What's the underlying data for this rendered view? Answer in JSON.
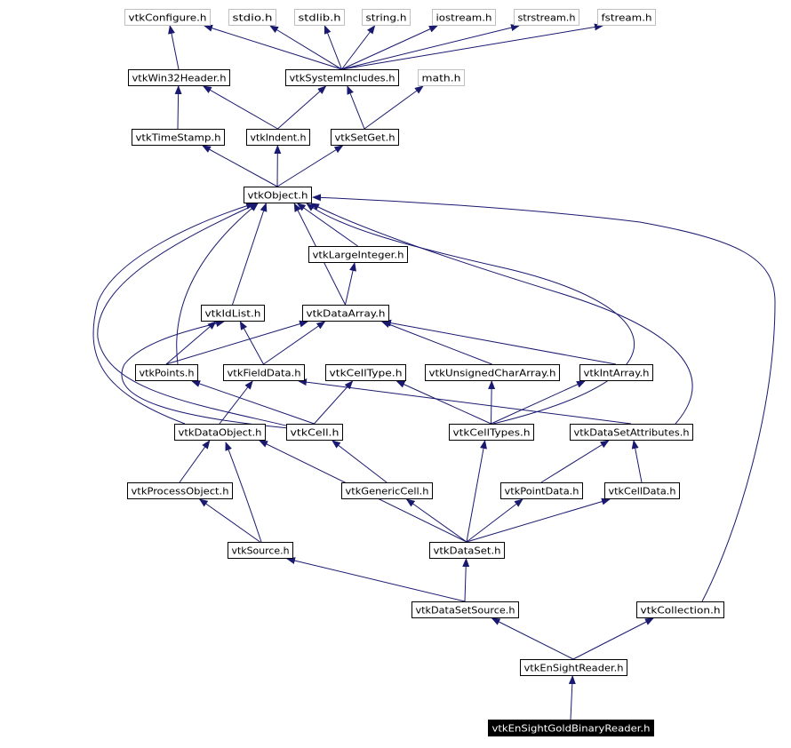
{
  "colors": {
    "edge": "#191970",
    "node_border": "#000000",
    "external_border": "#bfbfbf",
    "selected_fill": "#000000",
    "selected_text": "#ffffff"
  },
  "nodes": [
    {
      "id": "configure",
      "label": "vtkConfigure.h",
      "style": "external"
    },
    {
      "id": "stdio",
      "label": "stdio.h",
      "style": "external"
    },
    {
      "id": "stdlib",
      "label": "stdlib.h",
      "style": "external"
    },
    {
      "id": "string",
      "label": "string.h",
      "style": "external"
    },
    {
      "id": "iostream",
      "label": "iostream.h",
      "style": "external"
    },
    {
      "id": "strstream",
      "label": "strstream.h",
      "style": "external"
    },
    {
      "id": "fstream",
      "label": "fstream.h",
      "style": "external"
    },
    {
      "id": "win32",
      "label": "vtkWin32Header.h",
      "style": "normal"
    },
    {
      "id": "sysinc",
      "label": "vtkSystemIncludes.h",
      "style": "normal"
    },
    {
      "id": "math",
      "label": "math.h",
      "style": "external"
    },
    {
      "id": "timestamp",
      "label": "vtkTimeStamp.h",
      "style": "normal"
    },
    {
      "id": "indent",
      "label": "vtkIndent.h",
      "style": "normal"
    },
    {
      "id": "setget",
      "label": "vtkSetGet.h",
      "style": "normal"
    },
    {
      "id": "object",
      "label": "vtkObject.h",
      "style": "normal"
    },
    {
      "id": "largeint",
      "label": "vtkLargeInteger.h",
      "style": "normal"
    },
    {
      "id": "idlist",
      "label": "vtkIdList.h",
      "style": "normal"
    },
    {
      "id": "dataarray",
      "label": "vtkDataArray.h",
      "style": "normal"
    },
    {
      "id": "points",
      "label": "vtkPoints.h",
      "style": "normal"
    },
    {
      "id": "fielddata",
      "label": "vtkFieldData.h",
      "style": "normal"
    },
    {
      "id": "celltype",
      "label": "vtkCellType.h",
      "style": "normal"
    },
    {
      "id": "uchar",
      "label": "vtkUnsignedCharArray.h",
      "style": "normal"
    },
    {
      "id": "intarray",
      "label": "vtkIntArray.h",
      "style": "normal"
    },
    {
      "id": "dataobject",
      "label": "vtkDataObject.h",
      "style": "normal"
    },
    {
      "id": "cell",
      "label": "vtkCell.h",
      "style": "normal"
    },
    {
      "id": "celltypes",
      "label": "vtkCellTypes.h",
      "style": "normal"
    },
    {
      "id": "dsattr",
      "label": "vtkDataSetAttributes.h",
      "style": "normal"
    },
    {
      "id": "procobj",
      "label": "vtkProcessObject.h",
      "style": "normal"
    },
    {
      "id": "generic",
      "label": "vtkGenericCell.h",
      "style": "normal"
    },
    {
      "id": "pointdata",
      "label": "vtkPointData.h",
      "style": "normal"
    },
    {
      "id": "celldata",
      "label": "vtkCellData.h",
      "style": "normal"
    },
    {
      "id": "source",
      "label": "vtkSource.h",
      "style": "normal"
    },
    {
      "id": "dataset",
      "label": "vtkDataSet.h",
      "style": "normal"
    },
    {
      "id": "dssource",
      "label": "vtkDataSetSource.h",
      "style": "normal"
    },
    {
      "id": "collection",
      "label": "vtkCollection.h",
      "style": "normal"
    },
    {
      "id": "ensight",
      "label": "vtkEnSightReader.h",
      "style": "normal"
    },
    {
      "id": "goldbin",
      "label": "vtkEnSightGoldBinaryReader.h",
      "style": "selected"
    }
  ],
  "edges": [
    [
      "win32",
      "configure"
    ],
    [
      "sysinc",
      "configure"
    ],
    [
      "sysinc",
      "stdio"
    ],
    [
      "sysinc",
      "stdlib"
    ],
    [
      "sysinc",
      "string"
    ],
    [
      "sysinc",
      "iostream"
    ],
    [
      "sysinc",
      "strstream"
    ],
    [
      "sysinc",
      "fstream"
    ],
    [
      "timestamp",
      "win32"
    ],
    [
      "indent",
      "win32"
    ],
    [
      "indent",
      "sysinc"
    ],
    [
      "setget",
      "sysinc"
    ],
    [
      "setget",
      "math"
    ],
    [
      "object",
      "timestamp"
    ],
    [
      "object",
      "indent"
    ],
    [
      "object",
      "setget"
    ],
    [
      "largeint",
      "object"
    ],
    [
      "idlist",
      "object"
    ],
    [
      "dataarray",
      "object"
    ],
    [
      "dataarray",
      "largeint"
    ],
    [
      "points",
      "object"
    ],
    [
      "points",
      "dataarray"
    ],
    [
      "points",
      "idlist"
    ],
    [
      "fielddata",
      "idlist"
    ],
    [
      "fielddata",
      "dataarray"
    ],
    [
      "uchar",
      "dataarray"
    ],
    [
      "intarray",
      "dataarray"
    ],
    [
      "dataobject",
      "object"
    ],
    [
      "dataobject",
      "fielddata"
    ],
    [
      "cell",
      "object"
    ],
    [
      "cell",
      "points"
    ],
    [
      "cell",
      "idlist"
    ],
    [
      "cell",
      "celltype"
    ],
    [
      "celltypes",
      "object"
    ],
    [
      "celltypes",
      "celltype"
    ],
    [
      "celltypes",
      "uchar"
    ],
    [
      "celltypes",
      "intarray"
    ],
    [
      "dsattr",
      "object"
    ],
    [
      "dsattr",
      "fielddata"
    ],
    [
      "procobj",
      "dataobject"
    ],
    [
      "generic",
      "cell"
    ],
    [
      "pointdata",
      "dsattr"
    ],
    [
      "celldata",
      "dsattr"
    ],
    [
      "source",
      "procobj"
    ],
    [
      "source",
      "dataobject"
    ],
    [
      "dataset",
      "dataobject"
    ],
    [
      "dataset",
      "generic"
    ],
    [
      "dataset",
      "celltypes"
    ],
    [
      "dataset",
      "pointdata"
    ],
    [
      "dataset",
      "celldata"
    ],
    [
      "dssource",
      "source"
    ],
    [
      "dssource",
      "dataset"
    ],
    [
      "collection",
      "object"
    ],
    [
      "ensight",
      "dssource"
    ],
    [
      "ensight",
      "collection"
    ],
    [
      "goldbin",
      "ensight"
    ]
  ]
}
